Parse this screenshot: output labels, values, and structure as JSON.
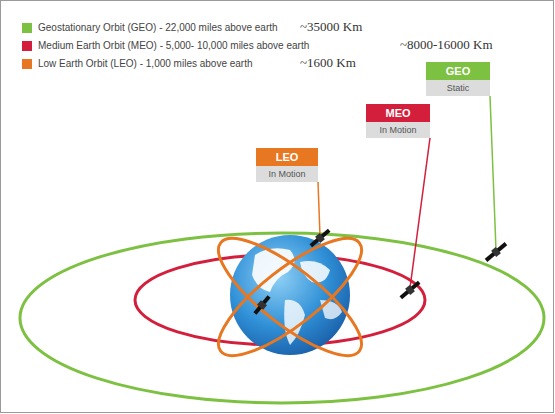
{
  "diagram": {
    "nodes": [
      {
        "text": [
          "LEO",
          "In Motion"
        ]
      },
      {
        "text": [
          "MEO",
          "In Motion"
        ]
      },
      {
        "text": [
          "GEO",
          "Static"
        ]
      }
    ],
    "labels": [
      "~35000 Km",
      "~8000-16000 Km",
      "~1600 Km"
    ],
    "legend": [
      {
        "text": "Geostationary Orbit (GEO) - 22,000 miles above earth",
        "color": "#7dc142"
      },
      {
        "text": "Medium Earth Orbit (MEO) - 5,000- 10,000 miles above earth",
        "color": "#d31f3c"
      },
      {
        "text": "Low Earth Orbit (LEO) - 1,000 miles above earth",
        "color": "#e87722"
      }
    ]
  }
}
